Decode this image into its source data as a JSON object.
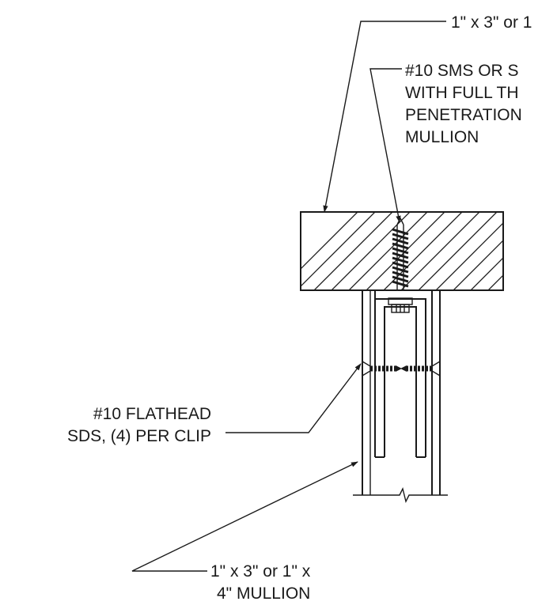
{
  "callouts": {
    "top_material": "1\" x 3\" or 1",
    "screw_line1": "#10 SMS OR S",
    "screw_line2": "WITH FULL TH",
    "screw_line3": "PENETRATION",
    "screw_line4": "MULLION",
    "clip_line1": "#10 FLATHEAD",
    "clip_line2": "SDS, (4) PER CLIP",
    "mullion_line1": "1\" x 3\" or 1\" x",
    "mullion_line2": "4\" MULLION"
  }
}
